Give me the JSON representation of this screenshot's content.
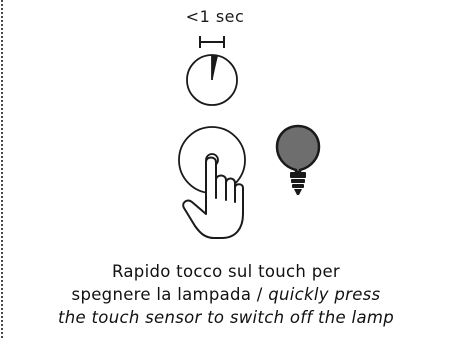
{
  "duration": {
    "label": "<1 sec"
  },
  "caption": {
    "line1": "Rapido tocco sul touch per",
    "line2_plain": "spegnere la lampada / ",
    "line2_italic": "quickly press",
    "line3_italic": "the touch sensor to switch off the lamp"
  },
  "colors": {
    "stroke": "#1a1a1a",
    "bulb_fill": "#6e6e6e",
    "bulb_base": "#1a1a1a"
  },
  "icons": {
    "timer": "timer-icon",
    "touch": "touch-sensor-icon",
    "hand": "pointing-hand-icon",
    "bulb": "lightbulb-off-icon"
  }
}
